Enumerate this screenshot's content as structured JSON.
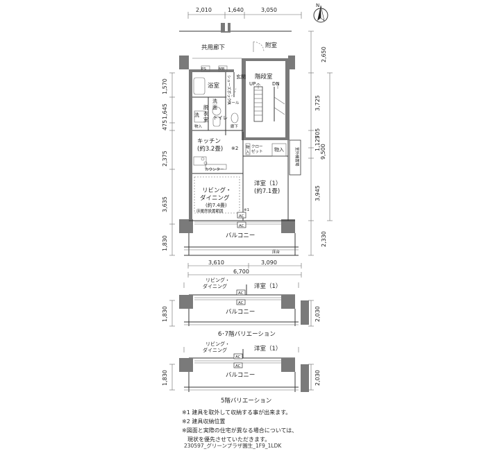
{
  "dims_top": [
    "2,010",
    "1,640",
    "3,050"
  ],
  "dims_left": [
    "1,570",
    "1,645",
    "475",
    "2,375",
    "3,635",
    "1,830"
  ],
  "dims_right": [
    "2,650",
    "3,725",
    "1,125",
    "705",
    "9,500",
    "3,945",
    "2,330"
  ],
  "dims_bottom_parts": [
    "3,610",
    "3,090"
  ],
  "dims_bottom_total": "6,700",
  "rooms": {
    "corridor": "共用廊下",
    "annex": "附室",
    "stairs": "階段室",
    "up": "UP",
    "dn": "DN",
    "ps": "PS",
    "mb": "MB",
    "bath": "浴室",
    "shoe": "シューズボックス",
    "entrance": "玄関",
    "hall": "ホール",
    "wash1": "洗",
    "wash2": "面",
    "wash3": "脱",
    "wash4": "衣",
    "wash5": "室",
    "sen": "洗",
    "mono_small": "物入",
    "toilet": "トイレ",
    "ka": "廊下",
    "kitchen": "キッチン",
    "kitchen_size": "(約3.2畳)",
    "closet": "クロー",
    "closet2": "ゼット",
    "mono": "物入",
    "mono2": "物",
    "mono2b": "入",
    "note2": "※2",
    "counter": "カウンター",
    "ext_store": "室外機置場",
    "living1": "リビング・",
    "living2": "ダイニング",
    "living_size": "(約7.4畳)",
    "floor_heat": "床暖房設置範囲",
    "note1": "※1",
    "western": "洋室（1）",
    "western_size": "(約7.1畳)",
    "ac": "AC",
    "balcony": "バルコニー",
    "yuka": "床台"
  },
  "var1": {
    "living1": "リビング・",
    "living2": "ダイニング",
    "western": "洋室（1）",
    "balcony": "バルコニー",
    "ac": "AC",
    "dim_left": "1,830",
    "dim_right": "2,030",
    "caption": "6･7階バリエーション"
  },
  "var2": {
    "living1": "リビング・",
    "living2": "ダイニング",
    "western": "洋室（1）",
    "balcony": "バルコニー",
    "ac": "AC",
    "dim_left": "1,830",
    "dim_right": "2,030",
    "caption": "5階バリエーション"
  },
  "north": "N",
  "notes": [
    "※1 建具を取外して収納する事が出来ます。",
    "※2 建具収納位置",
    "※図面と実際の住宅が異なる場合については、",
    "　現状を優先させていただきます。"
  ],
  "footer": "230597_グリーンプラザ園生_1F9_1LDK"
}
